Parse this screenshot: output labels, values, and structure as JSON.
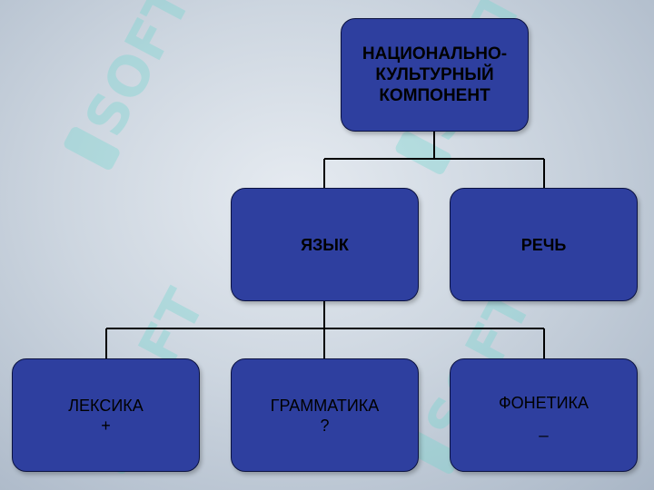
{
  "diagram": {
    "root": {
      "lines": [
        "НАЦИОНАЛЬНО-",
        "КУЛЬТУРНЫЙ",
        "КОМПОНЕНТ"
      ]
    },
    "level2": [
      {
        "label": "ЯЗЫК"
      },
      {
        "label": "РЕЧЬ"
      }
    ],
    "level3": [
      {
        "label": "ЛЕКСИКА",
        "mark": "+"
      },
      {
        "label": "ГРАММАТИКА",
        "mark": "?"
      },
      {
        "label": "ФОНЕТИКА",
        "mark": "_"
      }
    ]
  },
  "watermark": {
    "text": "SOFT"
  },
  "colors": {
    "node_fill": "#2e3f9f",
    "node_border": "#0b1240",
    "connector": "#000000",
    "watermark": "#6fd6cf"
  }
}
